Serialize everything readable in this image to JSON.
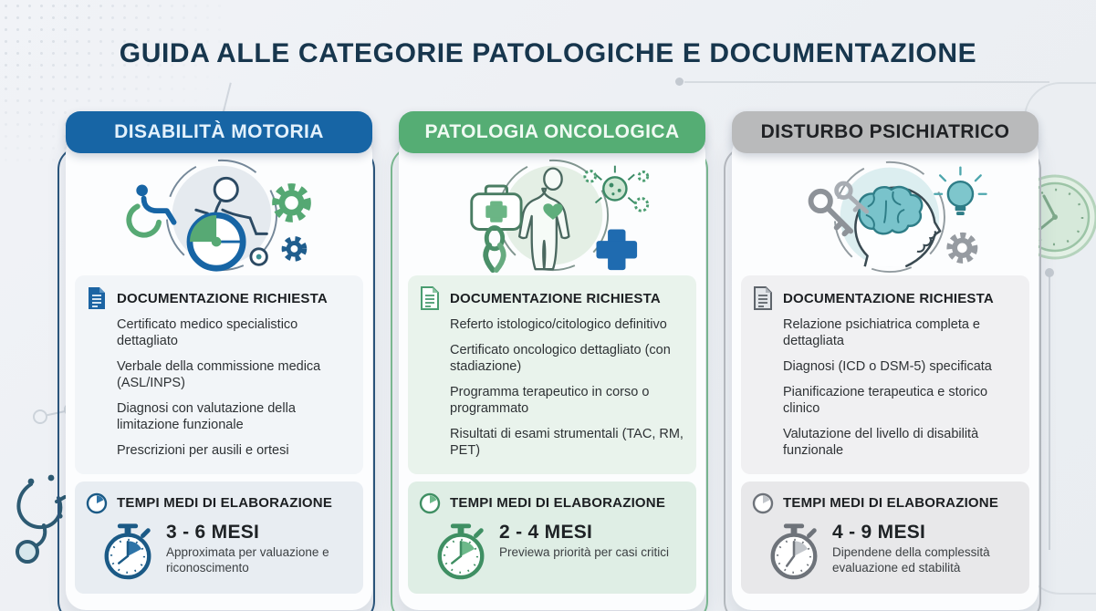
{
  "page": {
    "title": "GUIDA ALLE CATEGORIE PATOLOGICHE E DOCUMENTAZIONE"
  },
  "colors": {
    "background": "#edf0f4",
    "title_text": "#17364d",
    "motor_accent": "#1765a5",
    "oncology_accent": "#55ad74",
    "psychiatric_accent": "#b9babb",
    "green_illustration": "#5fae7c",
    "teal_illustration": "#7ec6cc"
  },
  "cards": [
    {
      "id": "disabilita-motoria",
      "title": "DISABILITÀ MOTORIA",
      "illustration": "wheelchair-user-with-gears",
      "documentation": {
        "heading": "DOCUMENTAZIONE RICHIESTA",
        "icon": "document-icon",
        "items": [
          "Certificato medico specialistico dettagliato",
          "Verbale della commissione medica (ASL/INPS)",
          "Diagnosi con valutazione della limitazione funzionale",
          "Prescrizioni per ausili e ortesi"
        ]
      },
      "processing": {
        "heading": "TEMPI MEDI DI ELABORAZIONE",
        "icon": "clock-pie-icon",
        "duration": "3 - 6 MESI",
        "note": "Approximata per valuazione e riconoscimento"
      }
    },
    {
      "id": "patologia-oncologica",
      "title": "PATOLOGIA ONCOLOGICA",
      "illustration": "body-with-medical-symbols",
      "documentation": {
        "heading": "DOCUMENTAZIONE RICHIESTA",
        "icon": "document-icon",
        "items": [
          "Referto istologico/citologico definitivo",
          "Certificato oncologico dettagliato (con stadiazione)",
          "Programma terapeutico in corso o programmato",
          "Risultati di esami strumentali (TAC, RM, PET)"
        ]
      },
      "processing": {
        "heading": "TEMPI MEDI DI ELABORAZIONE",
        "icon": "clock-pie-icon",
        "duration": "2 - 4 MESI",
        "note": "Previewa priorità per casi critici"
      }
    },
    {
      "id": "disturbo-psichiatrico",
      "title": "DISTURBO PSICHIATRICO",
      "illustration": "head-with-brain-keys-bulb",
      "documentation": {
        "heading": "DOCUMENTAZIONE RICHIESTA",
        "icon": "document-icon",
        "items": [
          "Relazione psichiatrica completa e dettagliata",
          "Diagnosi (ICD o DSM-5) specificata",
          "Pianificazione terapeutica e storico clinico",
          "Valutazione del livello di disabilità funzionale"
        ]
      },
      "processing": {
        "heading": "TEMPI MEDI DI ELABORAZIONE",
        "icon": "clock-pie-icon",
        "duration": "4 - 9 MESI",
        "note": "Dipendene della complessità evaluazione ed stabilità"
      }
    }
  ]
}
